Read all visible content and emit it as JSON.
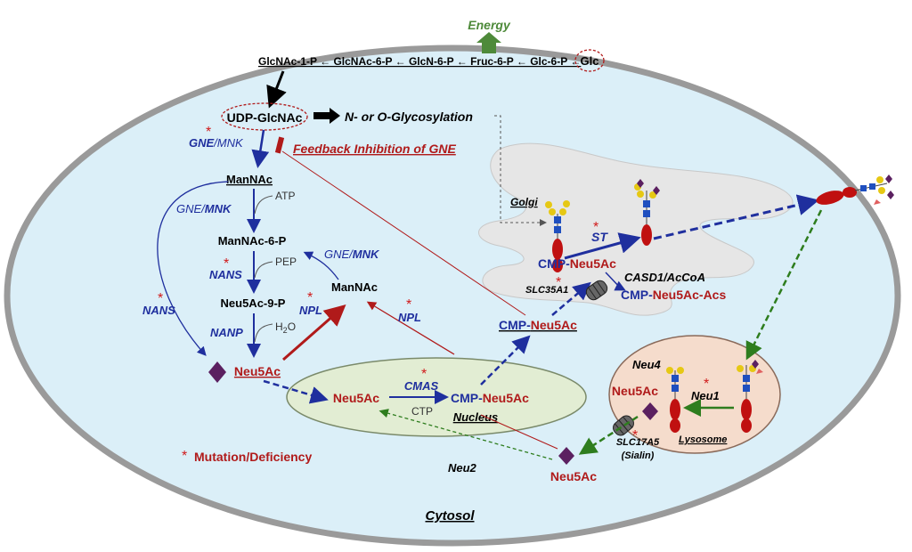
{
  "top_pathway": {
    "energy": "Energy",
    "chain": "GlcNAc-1-P ← GlcNAc-6-P ← GlcN-6-P ← Fruc-6-P ← Glc-6-P ←",
    "glc": "Glc"
  },
  "udp": {
    "label": "UDP-GlcNAc",
    "glyco": "N- or O-Glycosylation",
    "feedback": "Feedback Inhibition of GNE"
  },
  "pathway": {
    "gne_mnk_a": "GNE",
    "gne_mnk_b": "/MNK",
    "mannac": "ManNAc",
    "gne2_a": "GNE/",
    "gne2_b": "MNK",
    "atp": "ATP",
    "mannac6p": "ManNAc-6-P",
    "nans": "NANS",
    "pep": "PEP",
    "neu5ac9p": "Neu5Ac-9-P",
    "nanp": "NANP",
    "h2o": "H",
    "h2o_sub": "2",
    "h2o_o": "O",
    "neu5ac": "Neu5Ac",
    "nans_side": "NANS",
    "npl": "NPL",
    "mannac2": "ManNAc",
    "gne3_a": "GNE/",
    "gne3_b": "MNK",
    "npl2": "NPL"
  },
  "nucleus": {
    "neu5ac": "Neu5Ac",
    "cmas": "CMAS",
    "ctp": "CTP",
    "cmp": "CMP-",
    "cmp_neu": "Neu5Ac",
    "label": "Nucleus"
  },
  "golgi": {
    "label": "Golgi",
    "st": "ST",
    "cmp": "CMP-",
    "cmp_neu": "Neu5Ac",
    "slc35a1": "SLC35A1",
    "casd1": "CASD1/AcCoA",
    "cmp_acs_a": "CMP-",
    "cmp_acs_b": "Neu5Ac-Acs",
    "cmp_cyto_a": "CMP-",
    "cmp_cyto_b": "Neu5Ac"
  },
  "lysosome": {
    "neu4": "Neu4",
    "neu5ac": "Neu5Ac",
    "neu1": "Neu1",
    "label": "Lysosome",
    "slc17a5": "SLC17A5",
    "sialin": "(Sialin)",
    "neu5ac_out": "Neu5Ac",
    "neu2": "Neu2"
  },
  "legend": {
    "star": "*",
    "text": "Mutation/Deficiency"
  },
  "cytosol": "Cytosol",
  "colors": {
    "blue": "#1f2f9e",
    "red": "#b01a1a",
    "green": "#2e7d1e",
    "cell_fill": "#dbeff8",
    "nucleus_fill": "#e2edd3",
    "lysosome_fill": "#f5dccc",
    "golgi_fill": "#e6e6e6",
    "purple": "#5b2060"
  }
}
